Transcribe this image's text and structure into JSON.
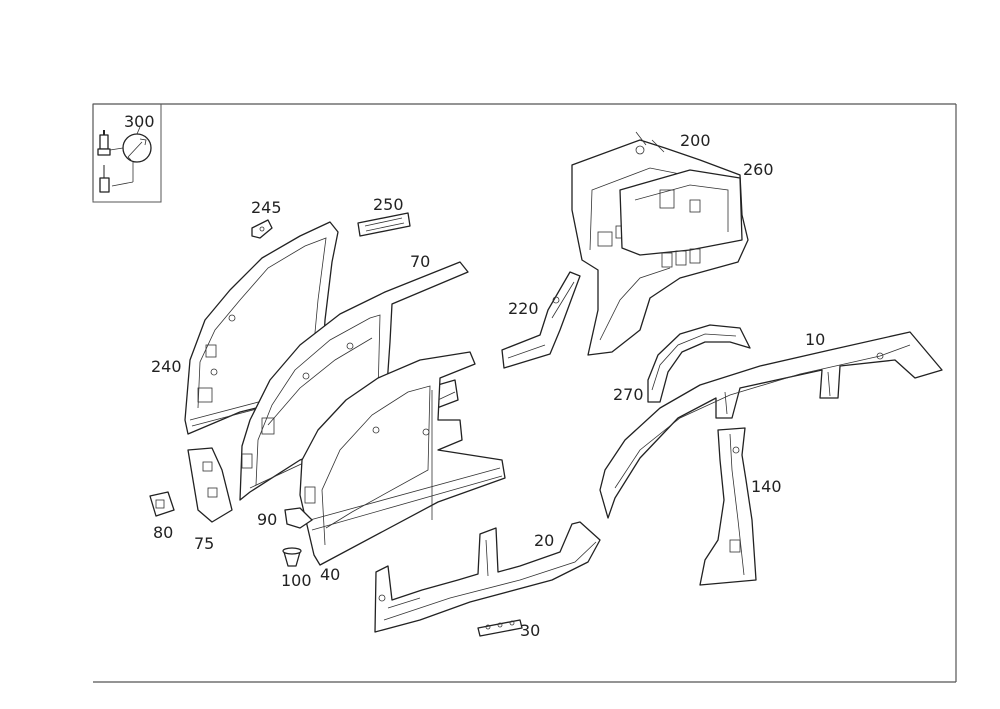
{
  "labels": {
    "p300": "300",
    "p245": "245",
    "p250": "250",
    "p70": "70",
    "p200": "200",
    "p260": "260",
    "p220": "220",
    "p240": "240",
    "p10": "10",
    "p270": "270",
    "p140": "140",
    "p90": "90",
    "p80": "80",
    "p75": "75",
    "p20": "20",
    "p100": "100",
    "p40": "40",
    "p30": "30"
  }
}
